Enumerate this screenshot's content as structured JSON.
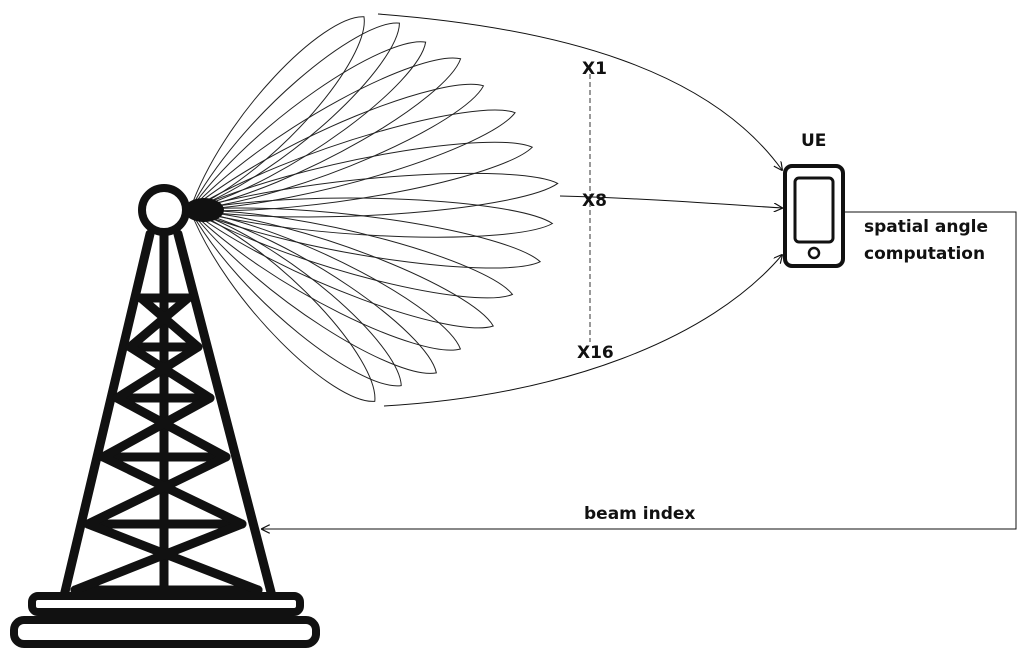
{
  "labels": {
    "ue": "UE",
    "beam_first": "X1",
    "beam_mid": "X8",
    "beam_last": "X16",
    "computation_line1": "spatial angle",
    "computation_line2": "computation",
    "feedback": "beam index"
  },
  "beams": {
    "count": 16
  },
  "colors": {
    "stroke": "#111111",
    "background": "#ffffff"
  },
  "icons": {
    "tower": "cell-tower-icon",
    "phone": "smartphone-icon"
  }
}
